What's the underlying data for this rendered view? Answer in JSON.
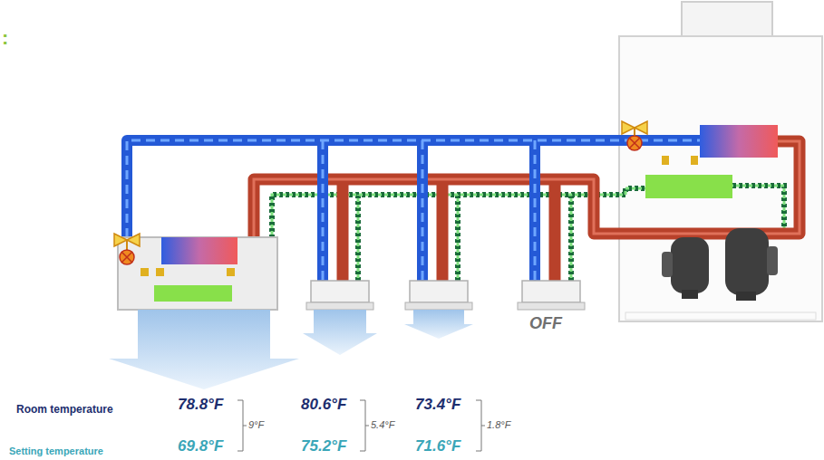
{
  "diagram": {
    "labels": [
      ":",
      "OFF",
      "Room temperature",
      "78.8°F",
      "80.6°F",
      "73.4°F",
      "Setting temperature",
      "69.8°F",
      "75.2°F",
      "71.6°F",
      "9°F",
      "5.4°F",
      "1.8°F"
    ]
  }
}
